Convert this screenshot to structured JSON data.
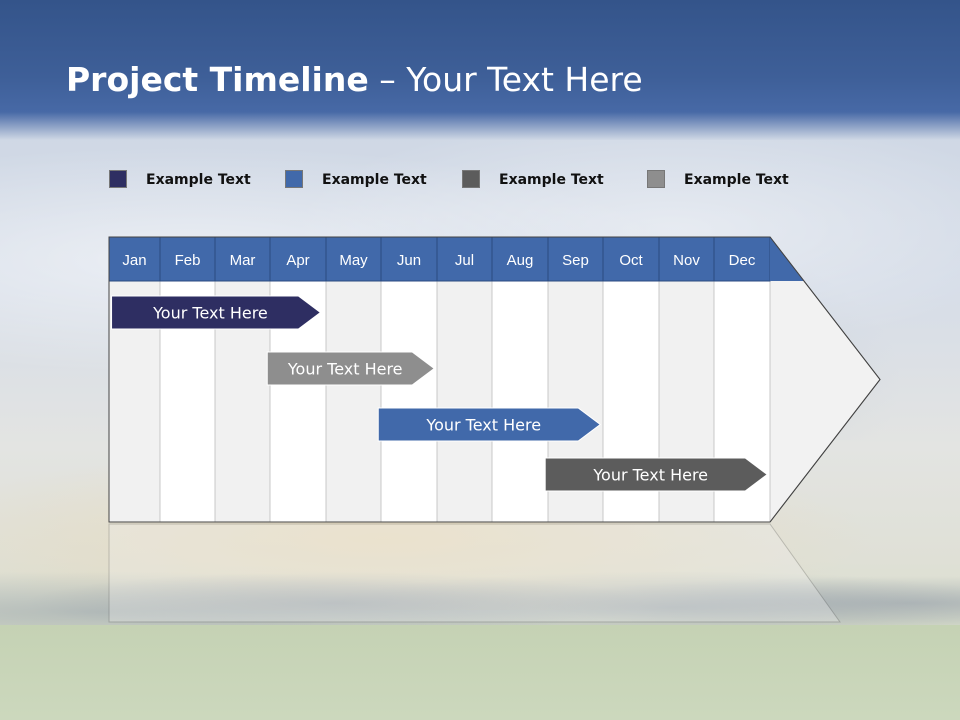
{
  "title": {
    "bold": "Project Timeline",
    "rest": " – Your Text Here"
  },
  "legend": [
    {
      "label": "Example Text",
      "color": "#2e2e62"
    },
    {
      "label": "Example Text",
      "color": "#4169aa"
    },
    {
      "label": "Example Text",
      "color": "#5c5c5c"
    },
    {
      "label": "Example Text",
      "color": "#8e8e8e"
    }
  ],
  "timeline": {
    "months": [
      "Jan",
      "Feb",
      "Mar",
      "Apr",
      "May",
      "Jun",
      "Jul",
      "Aug",
      "Sep",
      "Oct",
      "Nov",
      "Dec"
    ],
    "header_color": "#4169aa",
    "tasks": [
      {
        "label": "Your  Text Here",
        "start_month": 0.05,
        "end_month": 3.9,
        "color": "#2e2e62",
        "legend_index": 0
      },
      {
        "label": "Your  Text Here",
        "start_month": 2.95,
        "end_month": 5.95,
        "color": "#8e8e8e",
        "legend_index": 3
      },
      {
        "label": "Your  Text Here",
        "start_month": 4.95,
        "end_month": 8.95,
        "color": "#4169aa",
        "legend_index": 1
      },
      {
        "label": "Your  Text Here",
        "start_month": 7.95,
        "end_month": 11.95,
        "color": "#5c5c5c",
        "legend_index": 2
      }
    ]
  }
}
